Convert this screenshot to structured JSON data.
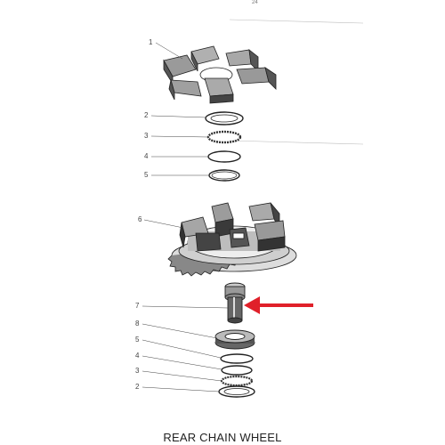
{
  "title": "REAR CHAIN WHEEL",
  "page_number": "24",
  "arrow_color": "#e0202a",
  "callouts": [
    {
      "id": "1",
      "label": "1"
    },
    {
      "id": "2-top",
      "label": "2"
    },
    {
      "id": "3-top",
      "label": "3"
    },
    {
      "id": "4-top",
      "label": "4"
    },
    {
      "id": "5-top",
      "label": "5"
    },
    {
      "id": "6",
      "label": "6"
    },
    {
      "id": "7",
      "label": "7"
    },
    {
      "id": "8",
      "label": "8"
    },
    {
      "id": "5-bottom",
      "label": "5"
    },
    {
      "id": "4-bottom",
      "label": "4"
    },
    {
      "id": "3-bottom",
      "label": "3"
    },
    {
      "id": "2-bottom",
      "label": "2"
    }
  ]
}
